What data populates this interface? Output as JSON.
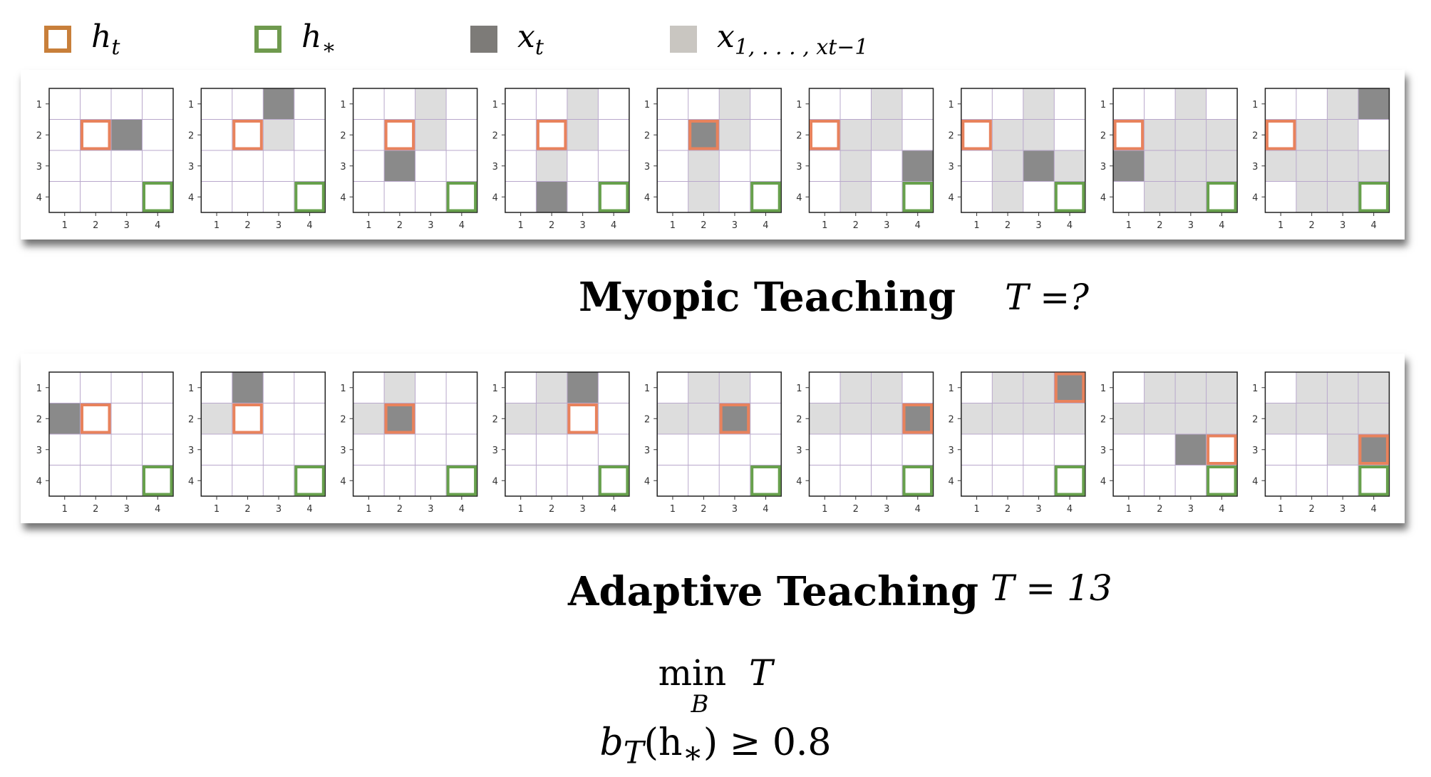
{
  "legend": [
    {
      "symbol": "h",
      "sub": "t",
      "style": "current-hypothesis",
      "color": "#c87f3a"
    },
    {
      "symbol": "h",
      "sub": "∗",
      "style": "target-hypothesis",
      "color": "#6f9a4e"
    },
    {
      "symbol": "x",
      "sub": "t",
      "style": "current-example",
      "color": "#7d7b78"
    },
    {
      "symbol": "x",
      "sub": "1, . . . , x",
      "sub2": "t−1",
      "style": "past-examples",
      "color": "#c9c6c1"
    }
  ],
  "colors": {
    "ht_stroke": "#e8825c",
    "hstar_stroke": "#67a04c",
    "current_cell": "#8a8a8a",
    "past_cell": "#dddddd",
    "grid_line": "#b9a8cc"
  },
  "axis_ticks": [
    "1",
    "2",
    "3",
    "4"
  ],
  "myopic": {
    "caption": "Myopic Teaching",
    "t_label": "T =?",
    "steps": [
      {
        "ht": [
          2,
          2
        ],
        "hstar": [
          4,
          4
        ],
        "current": [
          [
            2,
            3
          ]
        ],
        "past": []
      },
      {
        "ht": [
          2,
          2
        ],
        "hstar": [
          4,
          4
        ],
        "current": [
          [
            1,
            3
          ]
        ],
        "past": [
          [
            2,
            3
          ]
        ]
      },
      {
        "ht": [
          2,
          2
        ],
        "hstar": [
          4,
          4
        ],
        "current": [
          [
            3,
            2
          ]
        ],
        "past": [
          [
            1,
            3
          ],
          [
            2,
            3
          ]
        ]
      },
      {
        "ht": [
          2,
          2
        ],
        "hstar": [
          4,
          4
        ],
        "current": [
          [
            4,
            2
          ]
        ],
        "past": [
          [
            1,
            3
          ],
          [
            2,
            3
          ],
          [
            3,
            2
          ]
        ]
      },
      {
        "ht": [
          2,
          2
        ],
        "hstar": [
          4,
          4
        ],
        "current": [
          [
            2,
            2
          ]
        ],
        "past": [
          [
            1,
            3
          ],
          [
            2,
            3
          ],
          [
            3,
            2
          ],
          [
            4,
            2
          ]
        ]
      },
      {
        "ht": [
          2,
          1
        ],
        "hstar": [
          4,
          4
        ],
        "current": [
          [
            3,
            4
          ]
        ],
        "past": [
          [
            1,
            3
          ],
          [
            2,
            2
          ],
          [
            2,
            3
          ],
          [
            3,
            2
          ],
          [
            4,
            2
          ]
        ]
      },
      {
        "ht": [
          2,
          1
        ],
        "hstar": [
          4,
          4
        ],
        "current": [
          [
            3,
            3
          ]
        ],
        "past": [
          [
            1,
            3
          ],
          [
            2,
            2
          ],
          [
            2,
            3
          ],
          [
            3,
            2
          ],
          [
            4,
            2
          ],
          [
            3,
            4
          ]
        ]
      },
      {
        "ht": [
          2,
          1
        ],
        "hstar": [
          4,
          4
        ],
        "current": [
          [
            3,
            1
          ]
        ],
        "past": [
          [
            1,
            3
          ],
          [
            2,
            2
          ],
          [
            2,
            3
          ],
          [
            2,
            4
          ],
          [
            3,
            2
          ],
          [
            3,
            3
          ],
          [
            3,
            4
          ],
          [
            4,
            2
          ],
          [
            4,
            3
          ]
        ]
      },
      {
        "ht": [
          2,
          1
        ],
        "hstar": [
          4,
          4
        ],
        "current": [
          [
            1,
            4
          ]
        ],
        "past": [
          [
            1,
            3
          ],
          [
            2,
            2
          ],
          [
            2,
            3
          ],
          [
            3,
            1
          ],
          [
            3,
            2
          ],
          [
            3,
            3
          ],
          [
            3,
            4
          ],
          [
            4,
            2
          ],
          [
            4,
            3
          ]
        ]
      }
    ]
  },
  "adaptive": {
    "caption": "Adaptive Teaching",
    "t_label": "T = 13",
    "steps": [
      {
        "ht": [
          2,
          2
        ],
        "hstar": [
          4,
          4
        ],
        "current": [
          [
            2,
            1
          ]
        ],
        "past": []
      },
      {
        "ht": [
          2,
          2
        ],
        "hstar": [
          4,
          4
        ],
        "current": [
          [
            1,
            2
          ]
        ],
        "past": [
          [
            2,
            1
          ]
        ]
      },
      {
        "ht": [
          2,
          2
        ],
        "hstar": [
          4,
          4
        ],
        "current": [
          [
            2,
            2
          ]
        ],
        "past": [
          [
            1,
            2
          ],
          [
            2,
            1
          ]
        ]
      },
      {
        "ht": [
          2,
          3
        ],
        "hstar": [
          4,
          4
        ],
        "current": [
          [
            1,
            3
          ]
        ],
        "past": [
          [
            1,
            2
          ],
          [
            2,
            1
          ],
          [
            2,
            2
          ]
        ]
      },
      {
        "ht": [
          2,
          3
        ],
        "hstar": [
          4,
          4
        ],
        "current": [
          [
            2,
            3
          ]
        ],
        "past": [
          [
            1,
            2
          ],
          [
            1,
            3
          ],
          [
            2,
            1
          ],
          [
            2,
            2
          ]
        ]
      },
      {
        "ht": [
          2,
          4
        ],
        "hstar": [
          4,
          4
        ],
        "current": [
          [
            2,
            4
          ]
        ],
        "past": [
          [
            1,
            2
          ],
          [
            1,
            3
          ],
          [
            2,
            1
          ],
          [
            2,
            2
          ],
          [
            2,
            3
          ]
        ]
      },
      {
        "ht": [
          1,
          4
        ],
        "hstar": [
          4,
          4
        ],
        "current": [
          [
            1,
            4
          ]
        ],
        "past": [
          [
            1,
            2
          ],
          [
            1,
            3
          ],
          [
            2,
            1
          ],
          [
            2,
            2
          ],
          [
            2,
            3
          ],
          [
            2,
            4
          ]
        ]
      },
      {
        "ht": [
          3,
          4
        ],
        "hstar": [
          4,
          4
        ],
        "current": [
          [
            3,
            3
          ]
        ],
        "past": [
          [
            1,
            2
          ],
          [
            1,
            3
          ],
          [
            1,
            4
          ],
          [
            2,
            1
          ],
          [
            2,
            2
          ],
          [
            2,
            3
          ],
          [
            2,
            4
          ]
        ]
      },
      {
        "ht": [
          3,
          4
        ],
        "hstar": [
          4,
          4
        ],
        "current": [
          [
            3,
            4
          ]
        ],
        "past": [
          [
            1,
            2
          ],
          [
            1,
            3
          ],
          [
            1,
            4
          ],
          [
            2,
            1
          ],
          [
            2,
            2
          ],
          [
            2,
            3
          ],
          [
            2,
            4
          ],
          [
            3,
            3
          ]
        ]
      }
    ]
  },
  "formula": {
    "min_label": "min",
    "min_var": "T",
    "min_sub": "B",
    "constraint_b": "b",
    "constraint_b_sub": "T",
    "constraint_arg": "(h",
    "constraint_arg_sub": "∗",
    "constraint_rest": ") ≥ 0.8"
  }
}
